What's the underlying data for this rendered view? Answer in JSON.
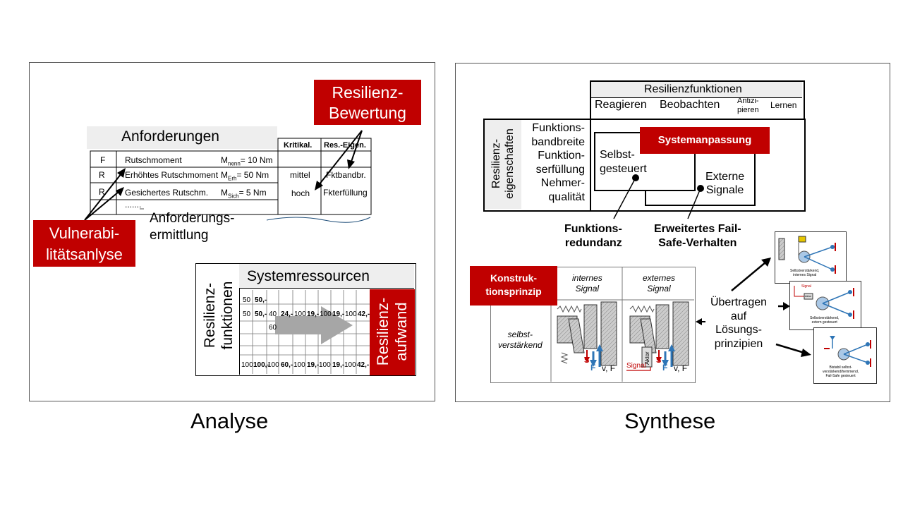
{
  "analyse": {
    "caption": "Analyse",
    "anforderungen_title": "Anforderungen",
    "kritikal_header": "Kritikal.",
    "res_eigen_header": "Res.-Eigen.",
    "rows": [
      {
        "type": "F",
        "name": "Rutschmoment",
        "sym": "M",
        "sub": "nenn",
        "val": "= 10 Nm",
        "krit": "",
        "res": ""
      },
      {
        "type": "R",
        "name": "Erhöhtes Rutschmoment",
        "sym": "M",
        "sub": "Erh",
        "val": "= 50 Nm",
        "krit": "mittel",
        "res": "Fktbandbr."
      },
      {
        "type": "R",
        "name": "Gesichertes Rutschm.",
        "sym": "M",
        "sub": "Sich",
        "val": "=   5 Nm",
        "krit": "hoch",
        "res": "Fkterfüllung"
      }
    ],
    "ellipsis": ".......",
    "resilienz_bewertung": [
      "Resilienz-",
      "Bewertung"
    ],
    "vulnerabilitaet": [
      "Vulnerabi-",
      "litätsanlyse"
    ],
    "anforderungsermittlung": [
      "Anforderungs-",
      "ermittlung"
    ],
    "resilienzfunktionen_rot": [
      "Resilienz-",
      "funktionen"
    ],
    "systemressourcen": "Systemressourcen",
    "resilienzaufwand": [
      "Resilienz-",
      "aufwand"
    ],
    "grid_r1": [
      "50",
      "50,-"
    ],
    "grid_r2": [
      "50",
      "50,-",
      "40",
      "24,-",
      "100",
      "19,-",
      "100",
      "19,-",
      "100",
      "42,-"
    ],
    "grid_r3": [
      "60"
    ],
    "grid_bottom": [
      "100",
      "100,-",
      "100",
      "60,-",
      "100",
      "19,-",
      "100",
      "19,-",
      "100",
      "42,-"
    ]
  },
  "synthese": {
    "caption": "Synthese",
    "resilienzfunktionen": "Resilienzfunktionen",
    "funktionen": [
      "Reagieren",
      "Beobachten",
      "Antizi-",
      "pieren",
      "Lernen"
    ],
    "eigenschaften_rot": [
      "Resilienz-",
      "eigenschaften"
    ],
    "eigenschaften": [
      "Funktions-",
      "bandbreite",
      "Funktion-",
      "serfüllung",
      "Nehmer-",
      "qualität"
    ],
    "systemanpassung": "Systemanpassung",
    "selbstgesteuert": [
      "Selbst-",
      "gesteuert"
    ],
    "externe_signale": [
      "Externe",
      "Signale"
    ],
    "funktionsredundanz": [
      "Funktions-",
      "redundanz"
    ],
    "fail_safe": [
      "Erweitertes Fail-",
      "Safe-Verhalten"
    ],
    "konstruktionsprinzip": [
      "Konstruk-",
      "tionsprinzip"
    ],
    "internes_signal": [
      "internes",
      "Signal"
    ],
    "externes_signal": [
      "externes",
      "Signal"
    ],
    "selbstverstaerkend": [
      "selbst-",
      "verstärkend"
    ],
    "s_label": "S",
    "f_label": "F",
    "vf_label": "v, F",
    "signal_label": "Signal",
    "aktor_label": "Aktor",
    "uebertragen": [
      "Übertragen",
      "auf",
      "Lösungs-",
      "prinzipien"
    ],
    "card1": [
      "Selbstverstärkend,",
      "internes Signal"
    ],
    "card2": [
      "Selbstverstärkend,",
      "extern gesteuert"
    ],
    "card2_signal": "Signal",
    "card2_aktor": "Aktor",
    "card3": [
      "Bistabil selbst-",
      "verstärkend/hemmend,",
      "Fail-Safe gesteuert"
    ]
  },
  "colors": {
    "accent": "#c00000",
    "arrow_blue": "#2e75b6"
  }
}
